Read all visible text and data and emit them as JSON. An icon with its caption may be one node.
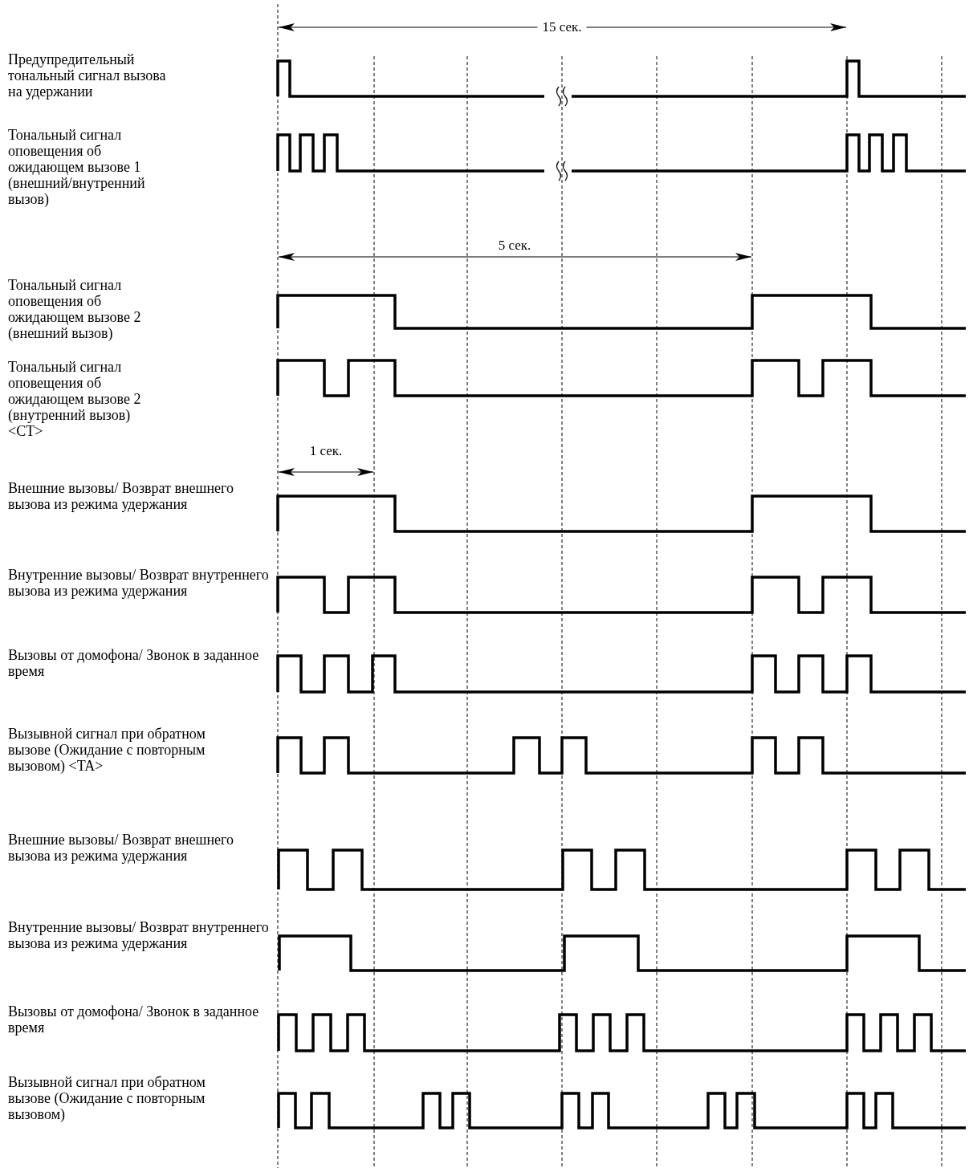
{
  "diagram": {
    "labels": [
      "15 сек.",
      "Предупредительный тональный сигнал вызова на удержании",
      "Тональный сигнал оповещения об ожидающем вызове 1 (внешний/внутренний вызов)",
      "5 сек.",
      "Тональный сигнал оповещения об ожидающем вызове 2 (внешний вызов)",
      "Тональный сигнал оповещения об ожидающем вызове 2 (внутренний вызов) <CT>",
      "1 сек.",
      "Внешние вызовы/ Возврат внешнего вызова из режима удержания",
      "Внутренние вызовы/ Возврат внутреннего вызова из режима удержания",
      "Вызовы от домофона/ Звонок в заданное время",
      "Вызывной сигнал при обратном вызове (Ожидание с повторным вызовом) <TA>",
      "Внешние вызовы/ Возврат внешнего вызова из режима удержания",
      "Внутренние вызовы/ Возврат внутреннего вызова из режима удержания",
      "Вызовы от домофона/ Звонок в заданное время",
      "Вызывной сигнал при обратном вызове (Ожидание с повторным вызовом)"
    ]
  }
}
